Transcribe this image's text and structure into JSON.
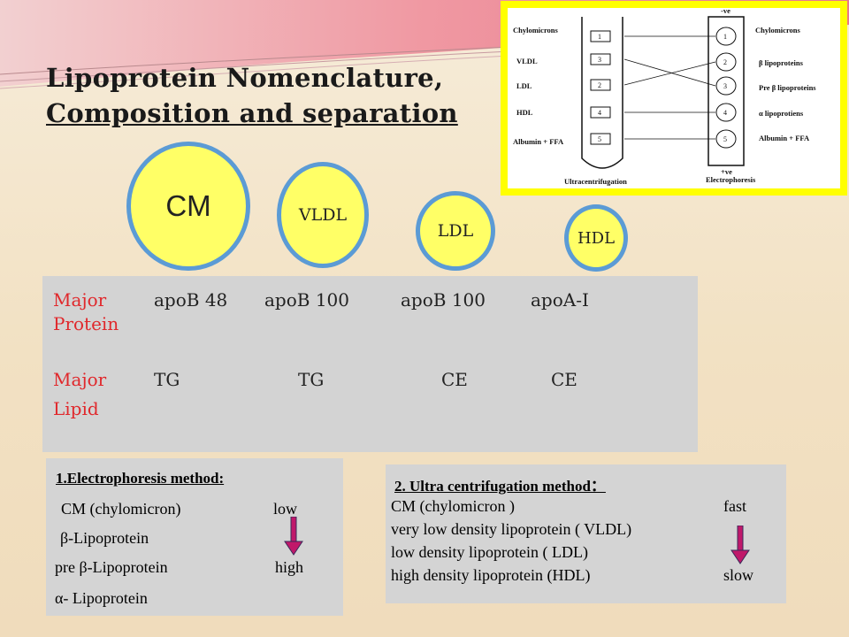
{
  "title": {
    "line1": "Lipoprotein Nomenclature,",
    "line2": "Composition and separation"
  },
  "lipoproteins": [
    "CM",
    "VLDL",
    "LDL",
    "HDL"
  ],
  "composition": {
    "protein_label_1": "Major",
    "protein_label_2": "Protein",
    "proteins": [
      "apoB 48",
      "apoB 100",
      "apoB 100",
      "apoA-I"
    ],
    "lipid_label_1": "Major",
    "lipid_label_2": "Lipid",
    "lipids": [
      "TG",
      "TG",
      "CE",
      "CE"
    ]
  },
  "electrophoresis": {
    "heading": "1.Electrophoresis method:",
    "rows": [
      "CM (chylomicron)",
      "β-Lipoprotein",
      "pre β-Lipoprotein",
      "α- Lipoprotein"
    ],
    "low": "low",
    "high": "high"
  },
  "ultracentrifugation": {
    "heading": "2. Ultra centrifugation method：",
    "rows": [
      "CM (chylomicron )",
      "very low density lipoprotein ( VLDL)",
      "low density lipoprotein ( LDL)",
      "high density lipoprotein (HDL)"
    ],
    "fast": "fast",
    "slow": "slow"
  },
  "inset": {
    "left_labels": [
      "Chylomicrons",
      "VLDL",
      "LDL",
      "HDL",
      "Albumin + FFA"
    ],
    "left_numbers": [
      "1",
      "3",
      "2",
      "4",
      "5"
    ],
    "right_labels": [
      "Chylomicrons",
      "β lipoproteins",
      "Pre β lipoproteins",
      "α lipoprotiens",
      "Albumin + FFA"
    ],
    "right_numbers": [
      "1",
      "2",
      "3",
      "4",
      "5"
    ],
    "neg": "-ve",
    "pos": "+ve",
    "caption_left": "Ultracentrifugation",
    "caption_right": "Electrophoresis"
  },
  "colors": {
    "circle_fill": "#ffff66",
    "circle_border": "#5b9bd5",
    "label_red": "#e0282c",
    "arrow": "#c0186a",
    "inset_frame": "#ffff00"
  }
}
